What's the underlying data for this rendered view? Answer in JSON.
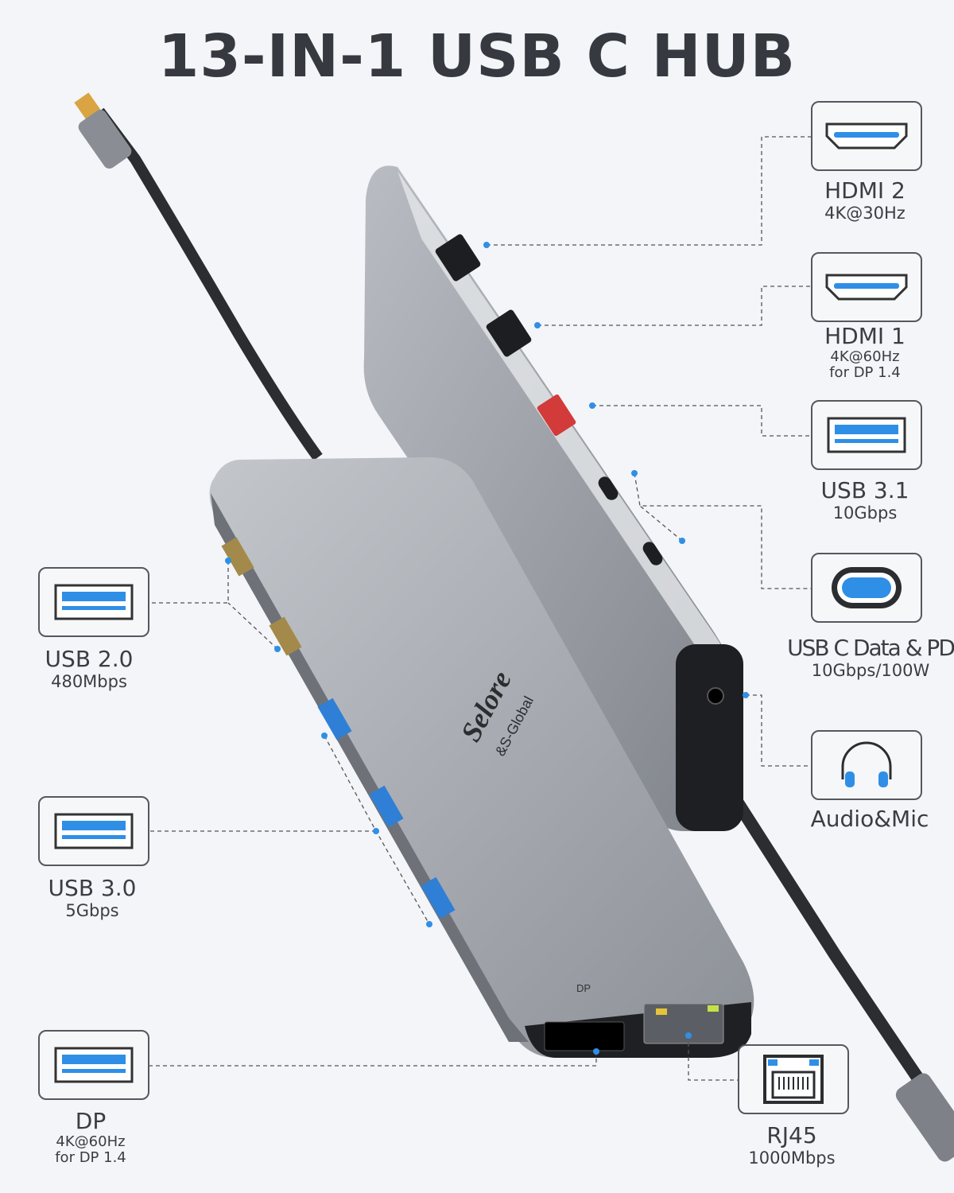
{
  "title": "13-IN-1 USB C HUB",
  "colors": {
    "accent": "#2f8fe6",
    "outline": "#3a3d42",
    "background": "#f3f5f8",
    "hub_body": "#9da1a8"
  },
  "ports": {
    "hdmi2": {
      "icon": "hdmi-port-icon",
      "name": "HDMI 2",
      "spec": "4K@30Hz"
    },
    "hdmi1": {
      "icon": "hdmi-port-icon",
      "name": "HDMI 1",
      "spec": "4K@60Hz",
      "spec2": "for DP 1.4"
    },
    "usb31": {
      "icon": "usb-a-port-icon",
      "name": "USB 3.1",
      "spec": "10Gbps"
    },
    "usbc": {
      "icon": "usb-c-port-icon",
      "name": "USB C Data & PD",
      "spec": "10Gbps/100W"
    },
    "audio": {
      "icon": "headphones-icon",
      "name": "Audio&Mic"
    },
    "usb20": {
      "icon": "usb-a-port-icon",
      "name": "USB 2.0",
      "spec": "480Mbps"
    },
    "usb30": {
      "icon": "usb-a-port-icon",
      "name": "USB 3.0",
      "spec": "5Gbps"
    },
    "dp": {
      "icon": "usb-a-port-icon",
      "name": "DP",
      "spec": "4K@60Hz",
      "spec2": "for DP 1.4"
    },
    "rj45": {
      "icon": "ethernet-port-icon",
      "name": "RJ45",
      "spec": "1000Mbps"
    }
  },
  "device": {
    "brand": "Selore",
    "brand_sub": "&S-Global",
    "dp_label": "DP"
  }
}
